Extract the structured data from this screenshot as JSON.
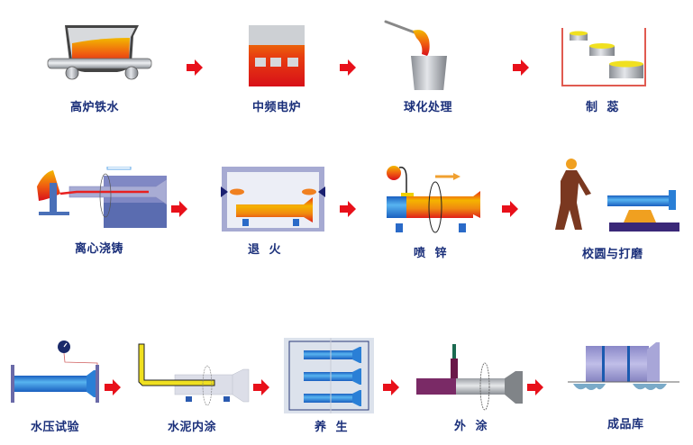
{
  "diagram": {
    "title": "",
    "steps": [
      {
        "id": "s1",
        "label": "高炉铁水",
        "icon": "hot-metal-ladle-car-icon"
      },
      {
        "id": "s2",
        "label": "中频电炉",
        "icon": "induction-furnace-icon"
      },
      {
        "id": "s3",
        "label": "球化处理",
        "icon": "nodularizing-ladle-icon"
      },
      {
        "id": "s4",
        "label": "制  蕊",
        "icon": "core-making-icon"
      },
      {
        "id": "s5",
        "label": "离心浇铸",
        "icon": "centrifugal-casting-icon"
      },
      {
        "id": "s6",
        "label": "退  火",
        "icon": "annealing-furnace-icon"
      },
      {
        "id": "s7",
        "label": "喷  锌",
        "icon": "zinc-spraying-icon"
      },
      {
        "id": "s8",
        "label": "校圆与打磨",
        "icon": "rounding-grinding-worker-icon"
      },
      {
        "id": "s9",
        "label": "水压试验",
        "icon": "hydrostatic-test-icon"
      },
      {
        "id": "s10",
        "label": "水泥内涂",
        "icon": "cement-lining-icon"
      },
      {
        "id": "s11",
        "label": "养  生",
        "icon": "curing-rack-icon"
      },
      {
        "id": "s12",
        "label": "外  涂",
        "icon": "external-coating-icon"
      },
      {
        "id": "s13",
        "label": "成品库",
        "icon": "finished-goods-storage-icon"
      }
    ],
    "arrow_icon": "red-right-arrow-icon",
    "colors": {
      "label": "#1a2f7a",
      "arrow": "#e8101a",
      "molten": "#e02020",
      "pipe_blue": "#2a7fd6"
    }
  }
}
